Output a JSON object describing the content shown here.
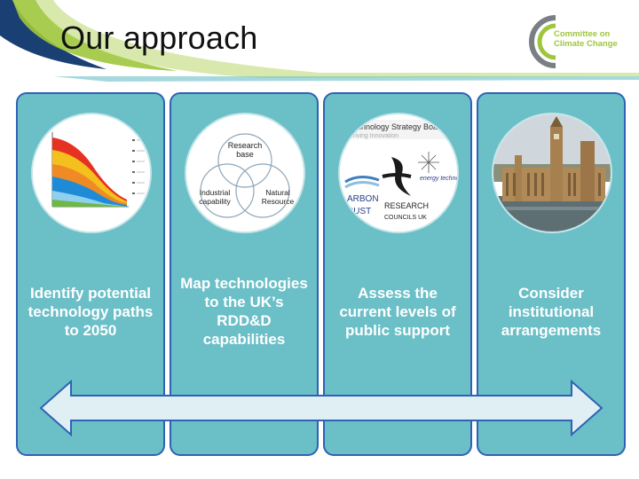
{
  "slide": {
    "title": "Our approach"
  },
  "logo": {
    "line1": "Committee on",
    "line2": "Climate Change"
  },
  "cards": [
    {
      "label": "Identify potential technology paths to 2050"
    },
    {
      "label": "Map technologies to the UK’s RDD&D capabilities"
    },
    {
      "label": "Assess the current levels of public support"
    },
    {
      "label": "Consider institutional arrangements"
    }
  ],
  "venn": {
    "top": "Research base",
    "left": "Industrial capability",
    "right": "Natural Resource"
  },
  "logos_collage": {
    "tsb_line1": "Technology Strategy Boa",
    "tsb_line2": "Driving Innovation",
    "energy_tech": "energy technologies",
    "arbon": "ARBON",
    "rust": "RUST",
    "rcuk_line1": "RESEARCH",
    "rcuk_line2": "COUNCILS UK"
  },
  "colors": {
    "card_fill": "#6bbfc7",
    "card_border": "#2f62b5",
    "accent_green": "#9ec63c",
    "accent_grey": "#7a7f84"
  }
}
